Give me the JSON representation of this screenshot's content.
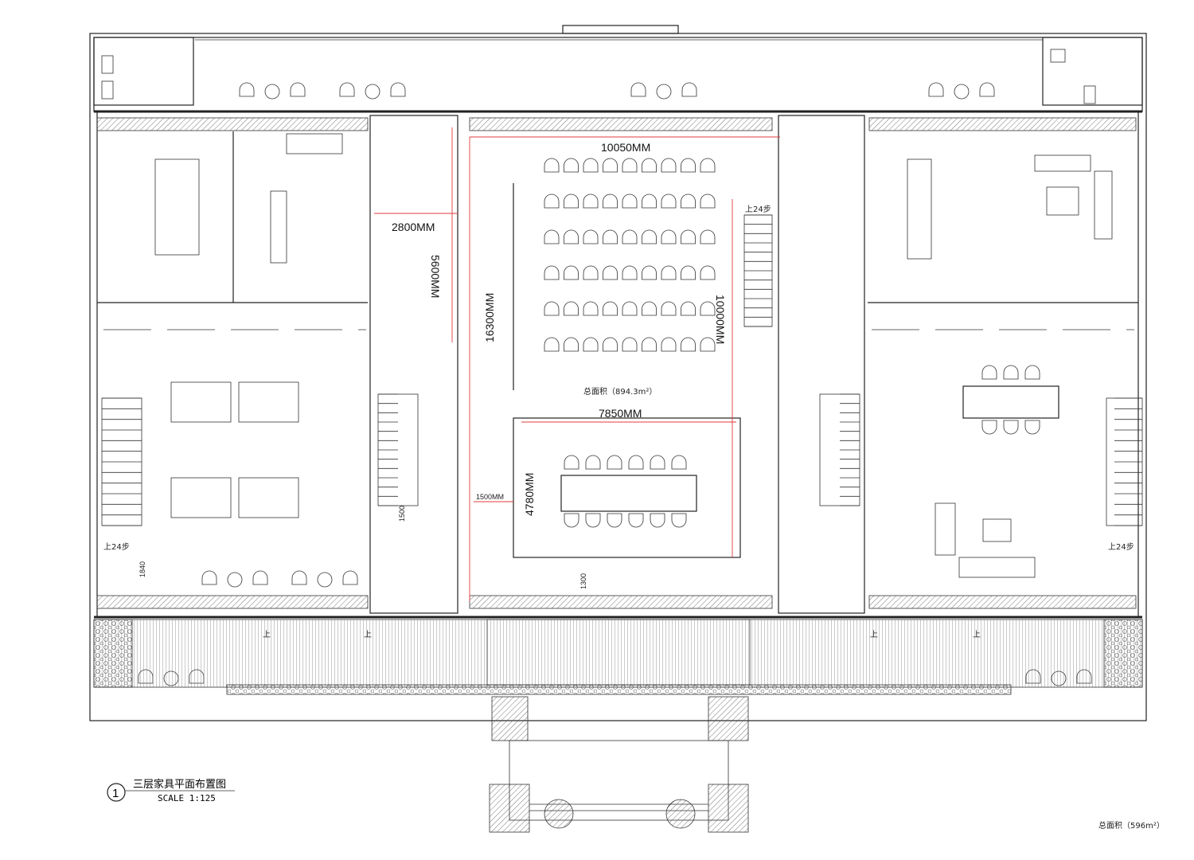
{
  "drawing": {
    "title": "三层家具平面布置图",
    "scale": "SCALE 1:125",
    "number": "1",
    "total_area_center": "总面积（894.3m²）",
    "total_area_bottom": "总面积（596m²）"
  },
  "dimensions": {
    "hall_width": "10050MM",
    "corridor_width": "2800MM",
    "corridor_depth": "5600MM",
    "hall_depth": "16300MM",
    "seating_depth": "10000MM",
    "meeting_width": "7850MM",
    "meeting_depth": "4780MM",
    "offset": "1500MM",
    "stair_dim": "1500",
    "door_dim": "1300",
    "left_dim": "1840"
  },
  "labels": {
    "stair_up_24": "上24步",
    "up": "上"
  }
}
